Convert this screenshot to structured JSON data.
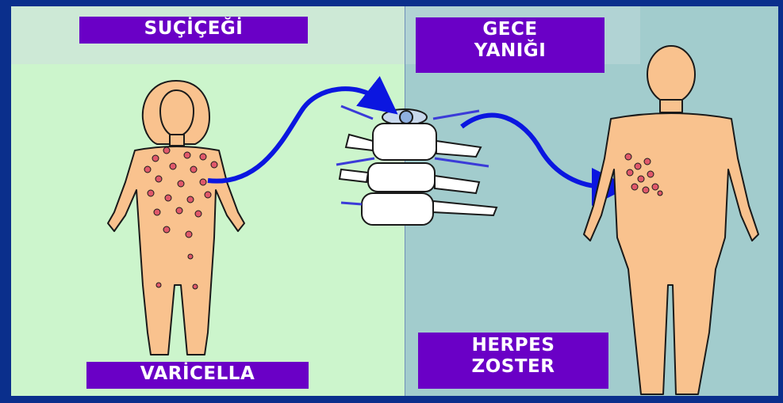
{
  "labels": {
    "top_left": "SUÇİÇEĞİ",
    "top_right_line1": "GECE",
    "top_right_line2": "YANIĞI",
    "bottom_left": "VARİCELLA",
    "bottom_right_line1": "HERPES",
    "bottom_right_line2": "ZOSTER"
  },
  "colors": {
    "background": "#0a2f8c",
    "left_panel": "#ccf5cc",
    "right_panel": "#a2cccd",
    "label_fill": "#6a00c6",
    "label_text": "#ffffff",
    "skin": "#f9c28e",
    "lesion": "#e0586a",
    "arrow": "#0b16e0",
    "spine": "#ffffff"
  }
}
